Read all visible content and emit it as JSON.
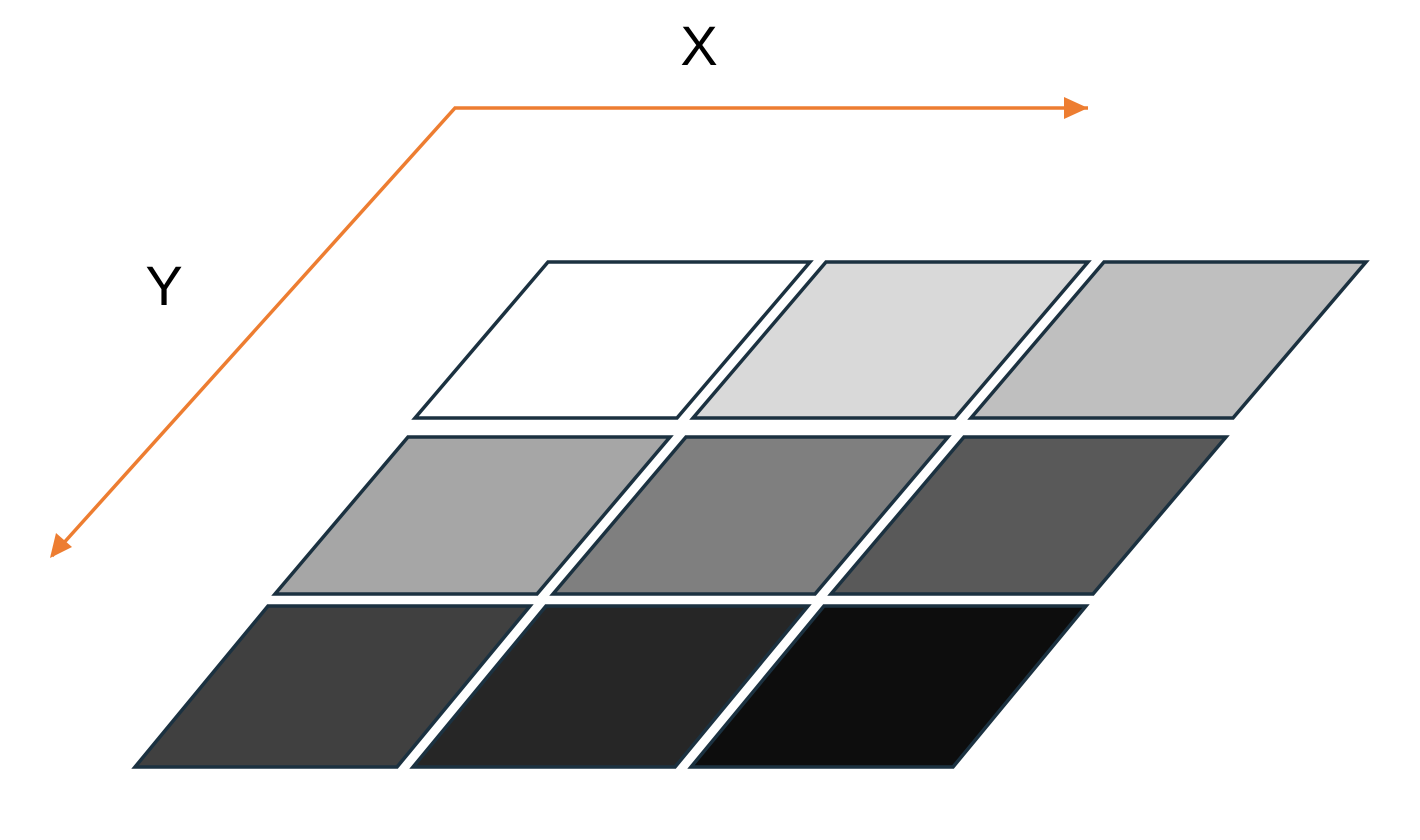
{
  "axes": {
    "x": {
      "label": "X"
    },
    "y": {
      "label": "Y"
    },
    "color": "#ED7D31"
  },
  "grid": {
    "rows": 3,
    "cols": 3,
    "outline_color": "#1B3140",
    "cells": [
      {
        "row": 0,
        "col": 0,
        "fill": "#FFFFFF"
      },
      {
        "row": 0,
        "col": 1,
        "fill": "#D9D9D9"
      },
      {
        "row": 0,
        "col": 2,
        "fill": "#BFBFBF"
      },
      {
        "row": 1,
        "col": 0,
        "fill": "#A6A6A6"
      },
      {
        "row": 1,
        "col": 1,
        "fill": "#7F7F7F"
      },
      {
        "row": 1,
        "col": 2,
        "fill": "#595959"
      },
      {
        "row": 2,
        "col": 0,
        "fill": "#404040"
      },
      {
        "row": 2,
        "col": 1,
        "fill": "#262626"
      },
      {
        "row": 2,
        "col": 2,
        "fill": "#0D0D0D"
      }
    ]
  }
}
